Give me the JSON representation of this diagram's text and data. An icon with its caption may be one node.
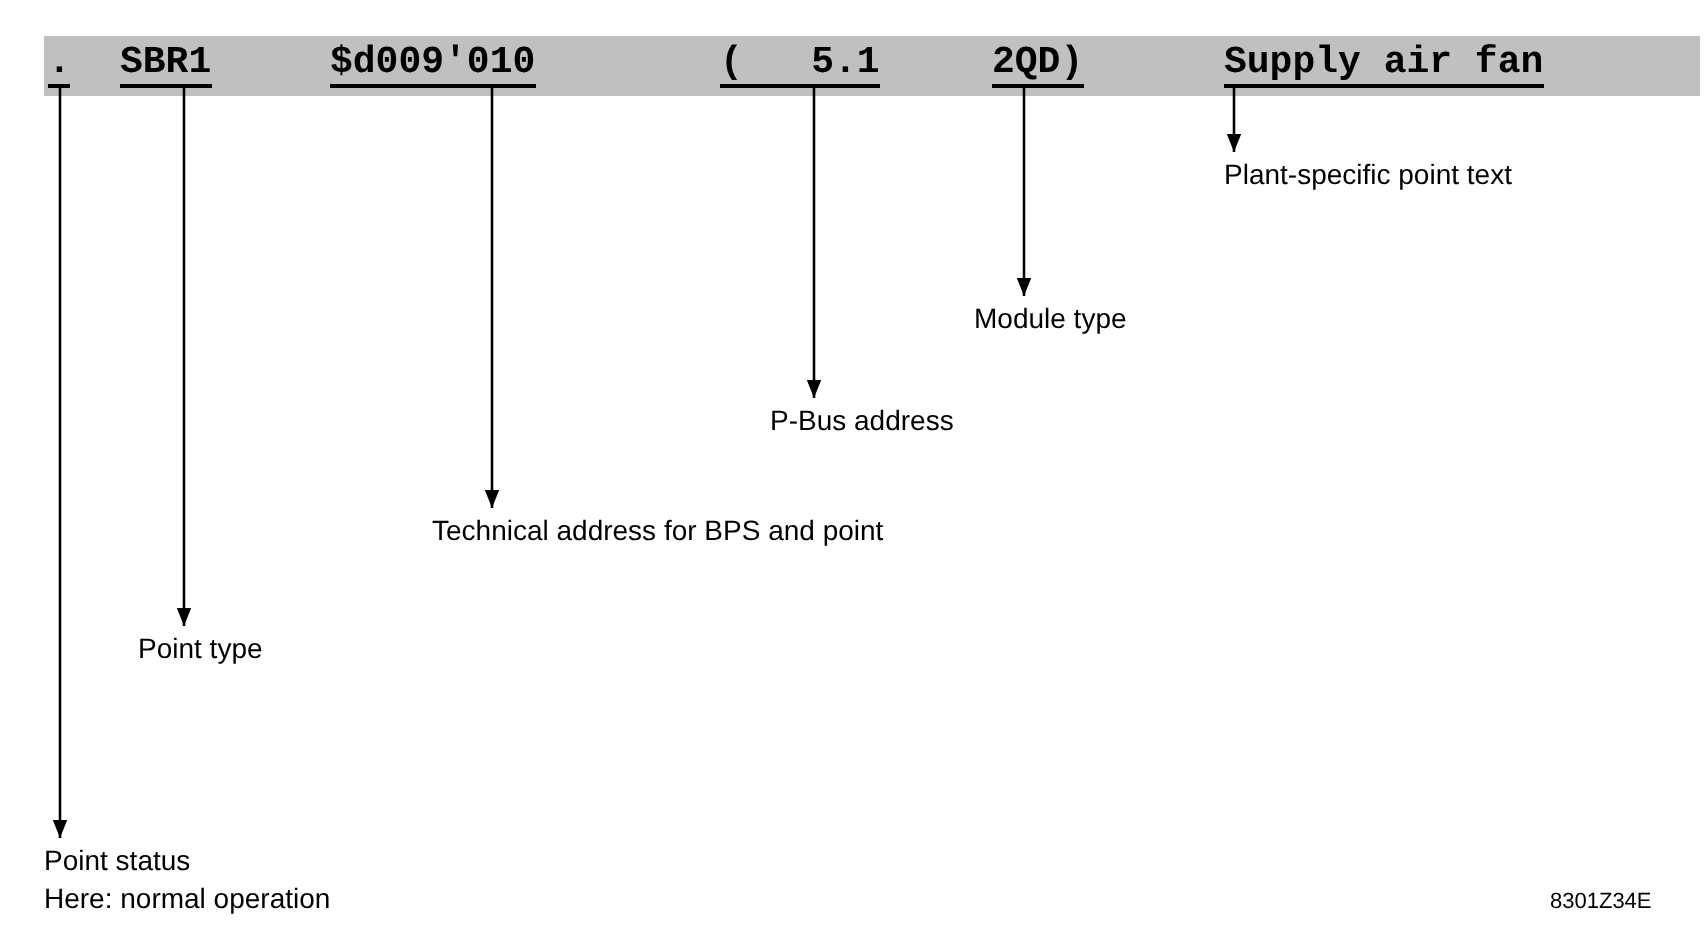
{
  "diagram": {
    "nodes": [
      {
        "text": [
          "."
        ]
      },
      {
        "text": [
          "SBR1"
        ]
      },
      {
        "text": [
          "$d009'010"
        ]
      },
      {
        "text": [
          "(   5.1"
        ]
      },
      {
        "text": [
          "2QD)"
        ]
      },
      {
        "text": [
          "Supply air fan"
        ]
      },
      {
        "text": [
          "Plant-specific point text"
        ]
      },
      {
        "text": [
          "Module type"
        ]
      },
      {
        "text": [
          "P-Bus address"
        ]
      },
      {
        "text": [
          "Technical address for BPS and point"
        ]
      },
      {
        "text": [
          "Point type"
        ]
      },
      {
        "text": [
          "Point status",
          "Here: normal operation"
        ]
      }
    ],
    "edges": [
      {
        "from": 5,
        "to": 6,
        "arrow": "to"
      },
      {
        "from": 4,
        "to": 7,
        "arrow": "to"
      },
      {
        "from": 3,
        "to": 8,
        "arrow": "to"
      },
      {
        "from": 2,
        "to": 9,
        "arrow": "to"
      },
      {
        "from": 1,
        "to": 10,
        "arrow": "to"
      },
      {
        "from": 0,
        "to": 11,
        "arrow": "to"
      }
    ],
    "labels": [
      "8301Z34E"
    ]
  }
}
